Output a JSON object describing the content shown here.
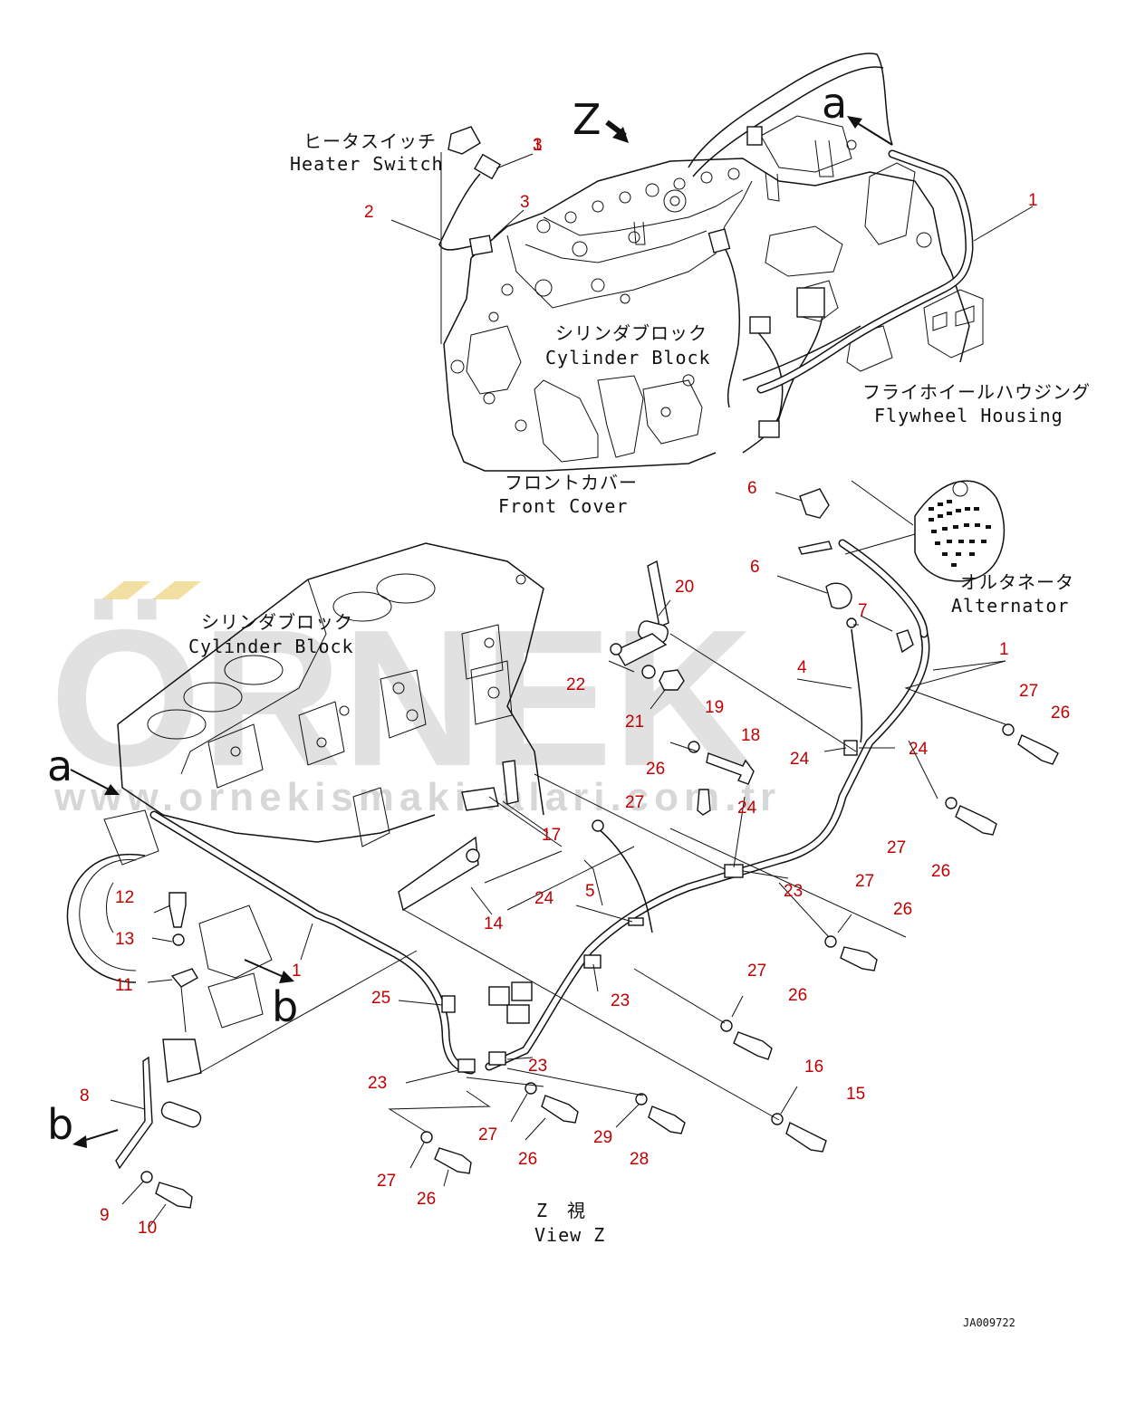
{
  "watermark": {
    "brand": "ÖRNEK",
    "url": "www.ornekismakinalari.com.tr"
  },
  "view_marker": {
    "letter": "Z"
  },
  "labels": {
    "heater_switch_jp": "ヒータスイッチ",
    "heater_switch_en": "Heater Switch",
    "cylinder_block_jp_top": "シリンダブロック",
    "cylinder_block_en_top": "Cylinder Block",
    "flywheel_housing_jp": "フライホイールハウジング",
    "flywheel_housing_en": "Flywheel Housing",
    "front_cover_jp": "フロントカバー",
    "front_cover_en": "Front Cover",
    "alternator_jp": "オルタネータ",
    "alternator_en": "Alternator",
    "cylinder_block_jp_bottom": "シリンダブロック",
    "cylinder_block_en_bottom": "Cylinder Block",
    "view_z_jp": "Z　視",
    "view_z_en": "View Z"
  },
  "direction_marks": {
    "a_top": "a",
    "a_left": "a",
    "b_mid": "b",
    "b_bottom": "b"
  },
  "part_numbers": [
    "1",
    "2",
    "3",
    "3",
    "1",
    "6",
    "6",
    "7",
    "20",
    "4",
    "1",
    "22",
    "21",
    "19",
    "18",
    "27",
    "26",
    "24",
    "24",
    "26",
    "27",
    "24",
    "27",
    "26",
    "17",
    "5",
    "14",
    "24",
    "23",
    "27",
    "26",
    "12",
    "13",
    "11",
    "1",
    "25",
    "23",
    "27",
    "26",
    "23",
    "23",
    "27",
    "26",
    "16",
    "15",
    "8",
    "29",
    "28",
    "27",
    "26",
    "9",
    "10"
  ],
  "drawing_code": "JA009722",
  "colors": {
    "callout_number": "#c00000",
    "line_art": "#111111",
    "watermark": "#c9c9c9",
    "accent_yellow": "#f2dfa2"
  }
}
